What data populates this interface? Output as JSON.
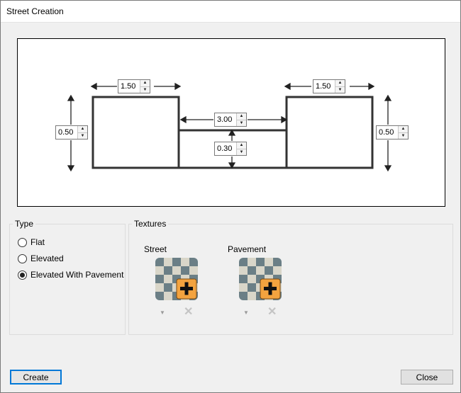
{
  "window": {
    "title": "Street Creation"
  },
  "dimensions": {
    "left_width": "1.50",
    "right_width": "1.50",
    "street_width": "3.00",
    "left_height": "0.50",
    "right_height": "0.50",
    "street_height": "0.30"
  },
  "type_group": {
    "label": "Type",
    "options": [
      {
        "label": "Flat",
        "selected": false
      },
      {
        "label": "Elevated",
        "selected": false
      },
      {
        "label": "Elevated With Pavement",
        "selected": true
      }
    ]
  },
  "textures_group": {
    "label": "Textures",
    "items": [
      {
        "label": "Street",
        "icon": "checker-texture-add-icon"
      },
      {
        "label": "Pavement",
        "icon": "checker-texture-add-icon"
      }
    ]
  },
  "buttons": {
    "create": "Create",
    "close": "Close"
  },
  "colors": {
    "accent": "#0078d7",
    "texture_add": "#f3a33f",
    "checker_dark": "#6b7f86",
    "checker_light": "#d9d6c9"
  }
}
